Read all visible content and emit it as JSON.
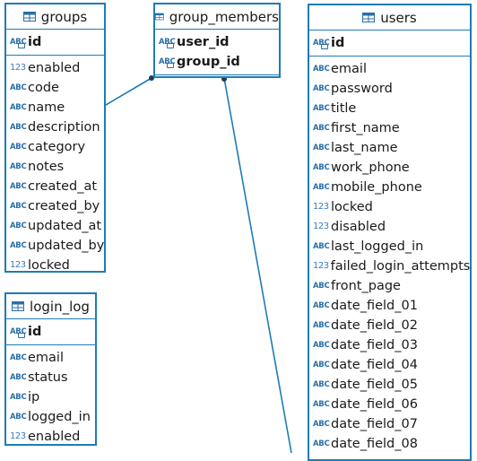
{
  "colors": {
    "accent": "#1e7cb6",
    "type_icon": "#2a6fa8"
  },
  "entities": {
    "groups": {
      "name": "groups",
      "pk": [
        {
          "name": "id",
          "type": "string-key"
        }
      ],
      "fields": [
        {
          "name": "enabled",
          "type": "numeric"
        },
        {
          "name": "code",
          "type": "string"
        },
        {
          "name": "name",
          "type": "string"
        },
        {
          "name": "description",
          "type": "string"
        },
        {
          "name": "category",
          "type": "string"
        },
        {
          "name": "notes",
          "type": "string"
        },
        {
          "name": "created_at",
          "type": "string"
        },
        {
          "name": "created_by",
          "type": "string"
        },
        {
          "name": "updated_at",
          "type": "string"
        },
        {
          "name": "updated_by",
          "type": "string"
        },
        {
          "name": "locked",
          "type": "numeric"
        }
      ]
    },
    "group_members": {
      "name": "group_members",
      "pk": [
        {
          "name": "user_id",
          "type": "string-key"
        },
        {
          "name": "group_id",
          "type": "string-key"
        }
      ],
      "fields": []
    },
    "users": {
      "name": "users",
      "pk": [
        {
          "name": "id",
          "type": "string-key"
        }
      ],
      "fields": [
        {
          "name": "email",
          "type": "string"
        },
        {
          "name": "password",
          "type": "string"
        },
        {
          "name": "title",
          "type": "string"
        },
        {
          "name": "first_name",
          "type": "string"
        },
        {
          "name": "last_name",
          "type": "string"
        },
        {
          "name": "work_phone",
          "type": "string"
        },
        {
          "name": "mobile_phone",
          "type": "string"
        },
        {
          "name": "locked",
          "type": "numeric"
        },
        {
          "name": "disabled",
          "type": "numeric"
        },
        {
          "name": "last_logged_in",
          "type": "string"
        },
        {
          "name": "failed_login_attempts",
          "type": "numeric"
        },
        {
          "name": "front_page",
          "type": "string"
        },
        {
          "name": "date_field_01",
          "type": "string"
        },
        {
          "name": "date_field_02",
          "type": "string"
        },
        {
          "name": "date_field_03",
          "type": "string"
        },
        {
          "name": "date_field_04",
          "type": "string"
        },
        {
          "name": "date_field_05",
          "type": "string"
        },
        {
          "name": "date_field_06",
          "type": "string"
        },
        {
          "name": "date_field_07",
          "type": "string"
        },
        {
          "name": "date_field_08",
          "type": "string"
        }
      ]
    },
    "login_log": {
      "name": "login_log",
      "pk": [
        {
          "name": "id",
          "type": "string-key"
        }
      ],
      "fields": [
        {
          "name": "email",
          "type": "string"
        },
        {
          "name": "status",
          "type": "string"
        },
        {
          "name": "ip",
          "type": "string"
        },
        {
          "name": "logged_in",
          "type": "string"
        },
        {
          "name": "enabled",
          "type": "numeric"
        }
      ]
    }
  },
  "relationships": [
    {
      "from": "group_members",
      "to": "groups"
    },
    {
      "from": "group_members",
      "to": "users"
    }
  ]
}
